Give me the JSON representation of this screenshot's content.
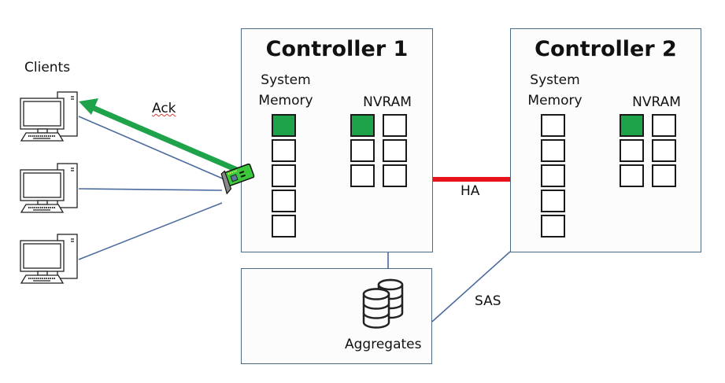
{
  "diagram": {
    "clients_label": "Clients",
    "ack_label": "Ack",
    "ha_label": "HA",
    "sas_label": "SAS",
    "aggregates_label": "Aggregates",
    "colors": {
      "active_cell": "#1fa34a",
      "ack_arrow": "#1fa34a",
      "ha_link": "#e8141c",
      "connector": "#4a6b9e",
      "box_border": "#4a6b8a"
    },
    "controllers": [
      {
        "title": "Controller 1",
        "system_memory_label": "System Memory",
        "nvram_label": "NVRAM",
        "system_memory_cells": [
          true,
          false,
          false,
          false,
          false
        ],
        "nvram_cells": [
          [
            true,
            false
          ],
          [
            false,
            false
          ],
          [
            false,
            false
          ]
        ]
      },
      {
        "title": "Controller 2",
        "system_memory_label": "System Memory",
        "nvram_label": "NVRAM",
        "system_memory_cells": [
          false,
          false,
          false,
          false,
          false
        ],
        "nvram_cells": [
          [
            true,
            false
          ],
          [
            false,
            false
          ],
          [
            false,
            false
          ]
        ]
      }
    ],
    "clients": [
      "client-1",
      "client-2",
      "client-3"
    ],
    "icons": {
      "client": "desktop-computer-icon",
      "nic": "network-card-icon",
      "storage": "database-icon"
    }
  }
}
